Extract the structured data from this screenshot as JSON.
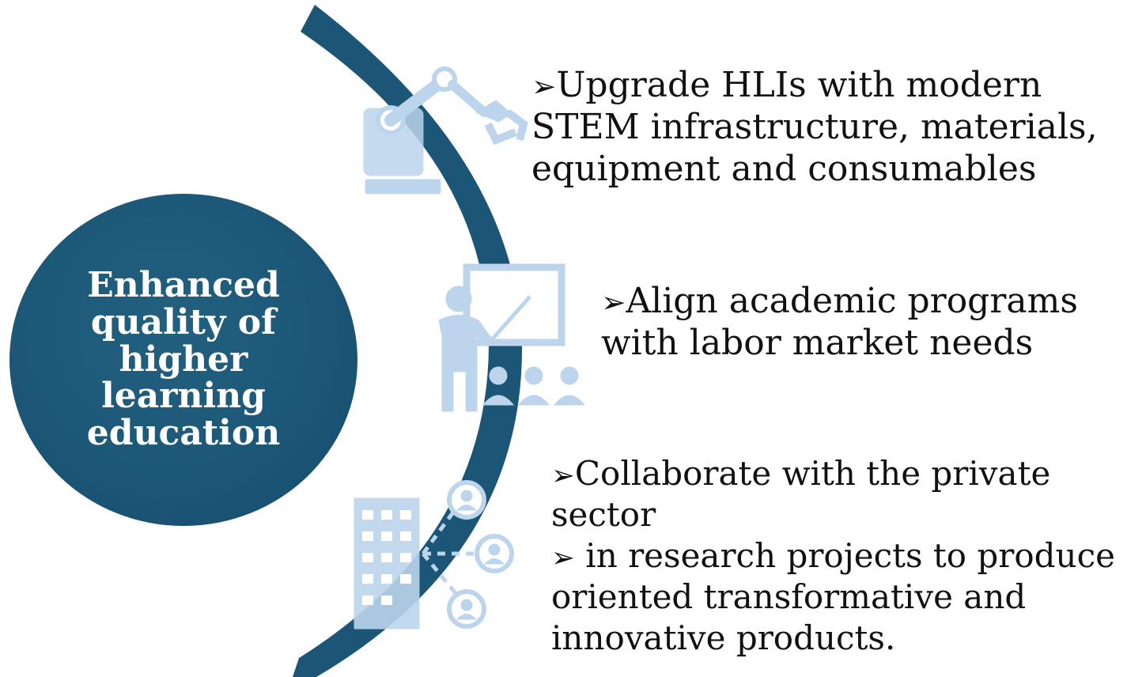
{
  "colors": {
    "circle": "#1b5677",
    "arc": "#1b5677",
    "icon": "#bcd4ec",
    "text": "#111111"
  },
  "center": {
    "title": "Enhanced quality of higher learning education"
  },
  "bullet_marker": "➢",
  "points": [
    {
      "icon": "robotic-arm-icon",
      "lines": [
        "Upgrade HLIs with modern",
        "STEM infrastructure, materials,",
        "equipment and consumables"
      ]
    },
    {
      "icon": "teacher-classroom-icon",
      "lines": [
        "Align academic programs",
        "with labor market needs"
      ]
    },
    {
      "icon": "business-network-icon",
      "lines": [
        "Collaborate with the private",
        "sector",
        " in research projects to produce",
        "oriented transformative and",
        "innovative products."
      ]
    }
  ]
}
